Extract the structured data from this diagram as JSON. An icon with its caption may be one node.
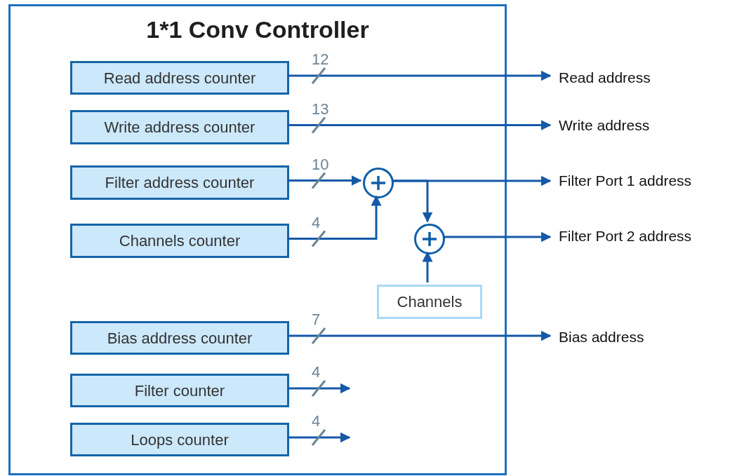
{
  "diagram": {
    "nodes": [
      {
        "text": [
          "1*1 Conv Controller"
        ]
      },
      {
        "text": [
          "Read address counter"
        ],
        "in": 0
      },
      {
        "text": [
          "Write address counter"
        ],
        "in": 0
      },
      {
        "text": [
          "Filter address counter"
        ],
        "in": 0
      },
      {
        "text": [
          "Channels counter"
        ],
        "in": 0
      },
      {
        "text": [
          "Bias address counter"
        ],
        "in": 0
      },
      {
        "text": [
          "Filter counter"
        ],
        "in": 0
      },
      {
        "text": [
          "Loops counter"
        ],
        "in": 0
      },
      {
        "text": [],
        "shape": "circle",
        "in": 0
      },
      {
        "text": [],
        "shape": "circle",
        "in": 0
      },
      {
        "text": [
          "Channels"
        ],
        "in": 0
      },
      {
        "text": [
          "Read address"
        ]
      },
      {
        "text": [
          "Write address"
        ]
      },
      {
        "text": [
          "Filter Port 1 address"
        ]
      },
      {
        "text": [
          "Filter Port 2 address"
        ]
      },
      {
        "text": [
          "Bias address"
        ]
      }
    ],
    "edges": [
      {
        "from": 1,
        "to": 11,
        "arrow": "to",
        "label": "12"
      },
      {
        "from": 2,
        "to": 12,
        "arrow": "to",
        "label": "13"
      },
      {
        "from": 3,
        "to": 8,
        "arrow": "to",
        "label": "10"
      },
      {
        "from": 4,
        "to": 8,
        "arrow": "to",
        "label": "4"
      },
      {
        "from": 8,
        "to": 13,
        "arrow": "to"
      },
      {
        "from": 8,
        "to": 9,
        "arrow": "to"
      },
      {
        "from": 10,
        "to": 9,
        "arrow": "to"
      },
      {
        "from": 9,
        "to": 14,
        "arrow": "to"
      },
      {
        "from": 5,
        "to": 15,
        "arrow": "to",
        "label": "7"
      },
      {
        "from": 6,
        "to": null,
        "arrow": "to",
        "label": "4"
      },
      {
        "from": 7,
        "to": null,
        "arrow": "to",
        "label": "4"
      }
    ]
  }
}
